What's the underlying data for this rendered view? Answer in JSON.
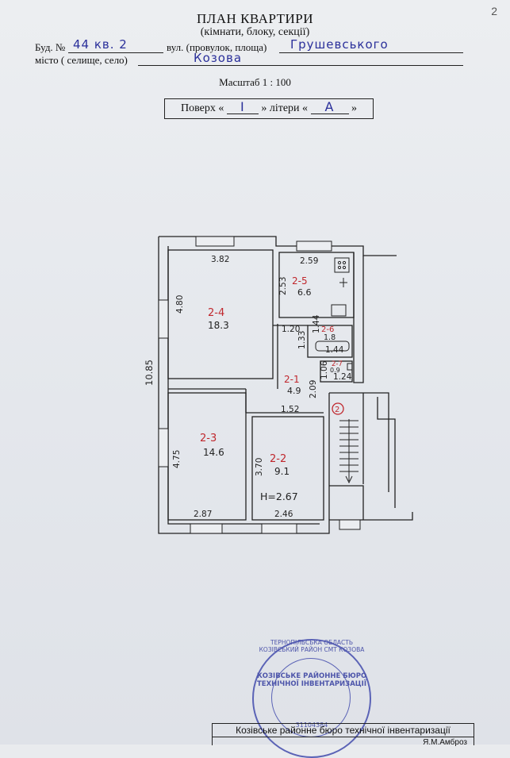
{
  "corner_number": "2",
  "header": {
    "title": "ПЛАН КВАРТИРИ",
    "subtitle": "(кімнати, блоку, секції)",
    "building_label": "Буд. №",
    "building_value": "44 кв. 2",
    "street_label": "вул. (провулок, площа)",
    "street_value": "Грушевського",
    "city_label": "місто ( селище, село)",
    "city_value": "Козова",
    "scale": "Масштаб 1 : 100",
    "floor_label": "Поверх «",
    "floor_value": "I",
    "letter_label": "» літери «",
    "letter_value": "А",
    "letter_end": "»"
  },
  "plan": {
    "total_length": "10.85",
    "rooms": [
      {
        "id": "2-4",
        "area": "18.3",
        "width": "3.82",
        "height": "4.80"
      },
      {
        "id": "2-5",
        "area": "6.6",
        "width": "2.59",
        "height": "2.53"
      },
      {
        "id": "2-6",
        "area": "1.8",
        "width": "1.44",
        "height": "1.33"
      },
      {
        "id": "2-7",
        "area": "0.9",
        "width": "1.24",
        "extra": "1.06"
      },
      {
        "id": "2-1",
        "area": "4.9",
        "width": "1.52",
        "height": "2.09",
        "top": "1.20"
      },
      {
        "id": "2-3",
        "area": "14.6",
        "width": "2.87",
        "height": "4.75"
      },
      {
        "id": "2-2",
        "area": "9.1",
        "width": "2.46",
        "height": "3.70"
      }
    ],
    "ceiling_height": "Н=2.67",
    "marker": "2"
  },
  "stamp": {
    "ring": "ТЕРНОПІЛЬСЬКА ОБЛАСТЬ КОЗІВСЬКИЙ РАЙОН СМТ КОЗОВА",
    "center": "КОЗІВСЬКЕ РАЙОННЕ БЮРО ТЕХНІЧНОЇ ІНВЕНТАРИЗАЦІЇ",
    "code": "31104384"
  },
  "footer": {
    "org": "Козівське районне бюро технічної інвентаризації",
    "signer": "Я.М.Амброз"
  }
}
